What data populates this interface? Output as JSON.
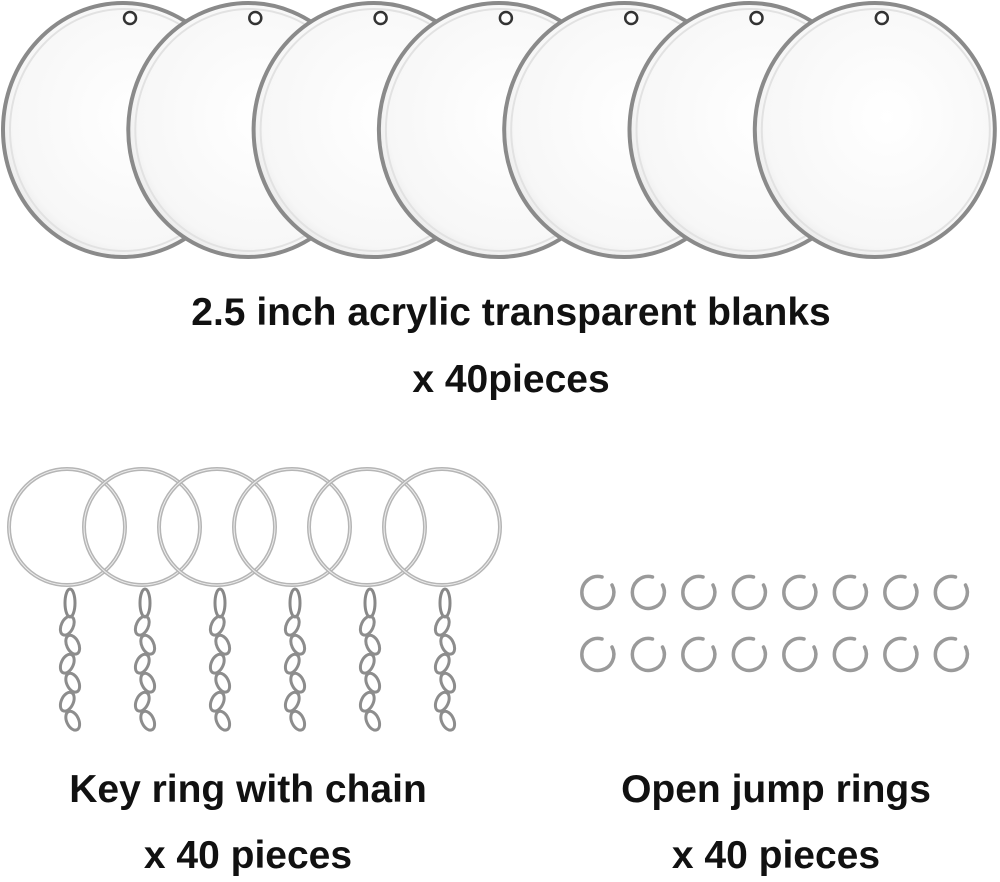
{
  "blanks": {
    "title": "2.5 inch acrylic transparent blanks",
    "quantity": "x 40pieces",
    "shown_count": 7
  },
  "key_rings": {
    "title": "Key ring with chain",
    "quantity": "x 40 pieces",
    "shown_count": 6
  },
  "jump_rings": {
    "title": "Open jump rings",
    "quantity": "x 40 pieces",
    "rows": 2,
    "per_row": 8
  },
  "colors": {
    "text": "#111111",
    "disc_edge": "#8a8a8a",
    "metal": "#b5b5b5"
  }
}
